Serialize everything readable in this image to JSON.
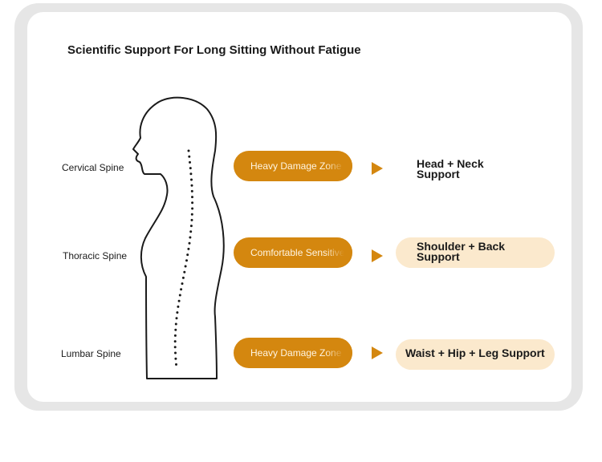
{
  "title": "Scientific Support For Long Sitting Without Fatigue",
  "colors": {
    "accent": "#d4870f",
    "support_fill": "#fbe9cd",
    "frame": "#e6e6e6",
    "outline": "#1a1a1a"
  },
  "rows": [
    {
      "spine_label": "Cervical Spine",
      "zone_label": "Heavy Damage Zone For Pain",
      "support_line1": "Head + Neck",
      "support_line2": "Support"
    },
    {
      "spine_label": "Thoracic Spine",
      "zone_label": "Comfortable Sensitive Area",
      "support_line1": "Shoulder + Back",
      "support_line2": "Support"
    },
    {
      "spine_label": "Lumbar Spine",
      "zone_label": "Heavy Damage Zone For Pain",
      "support_text": "Waist + Hip + Leg Support"
    }
  ]
}
